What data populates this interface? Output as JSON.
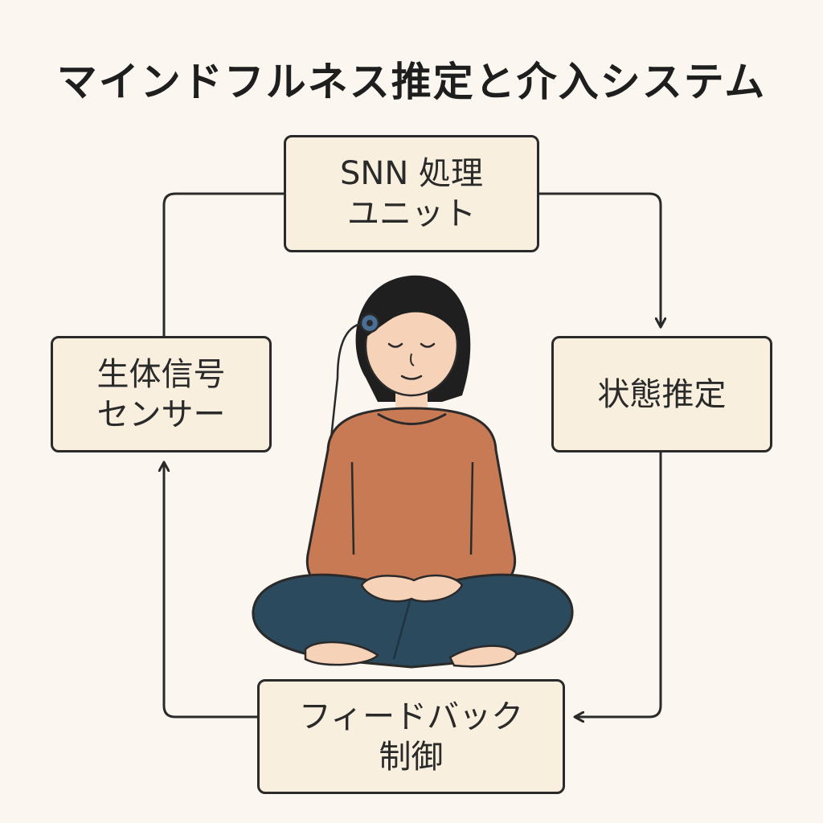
{
  "title": "マインドフルネス推定と介入システム",
  "nodes": {
    "snn": {
      "line1": "SNN 処理",
      "line2": "ユニット"
    },
    "state": {
      "line1": "状態推定"
    },
    "sensor": {
      "line1": "生体信号",
      "line2": "センサー"
    },
    "feedback": {
      "line1": "フィードバック",
      "line2": "制御"
    }
  },
  "colors": {
    "background": "#fbf7f0",
    "box_fill": "#f8efdf",
    "stroke": "#2a2a2a",
    "shirt": "#c87a55",
    "pants": "#2c4a5e",
    "skin": "#f6d2b8",
    "hair": "#1f1f1f",
    "sensor": "#4a6f94"
  },
  "illustration": "meditating-person"
}
